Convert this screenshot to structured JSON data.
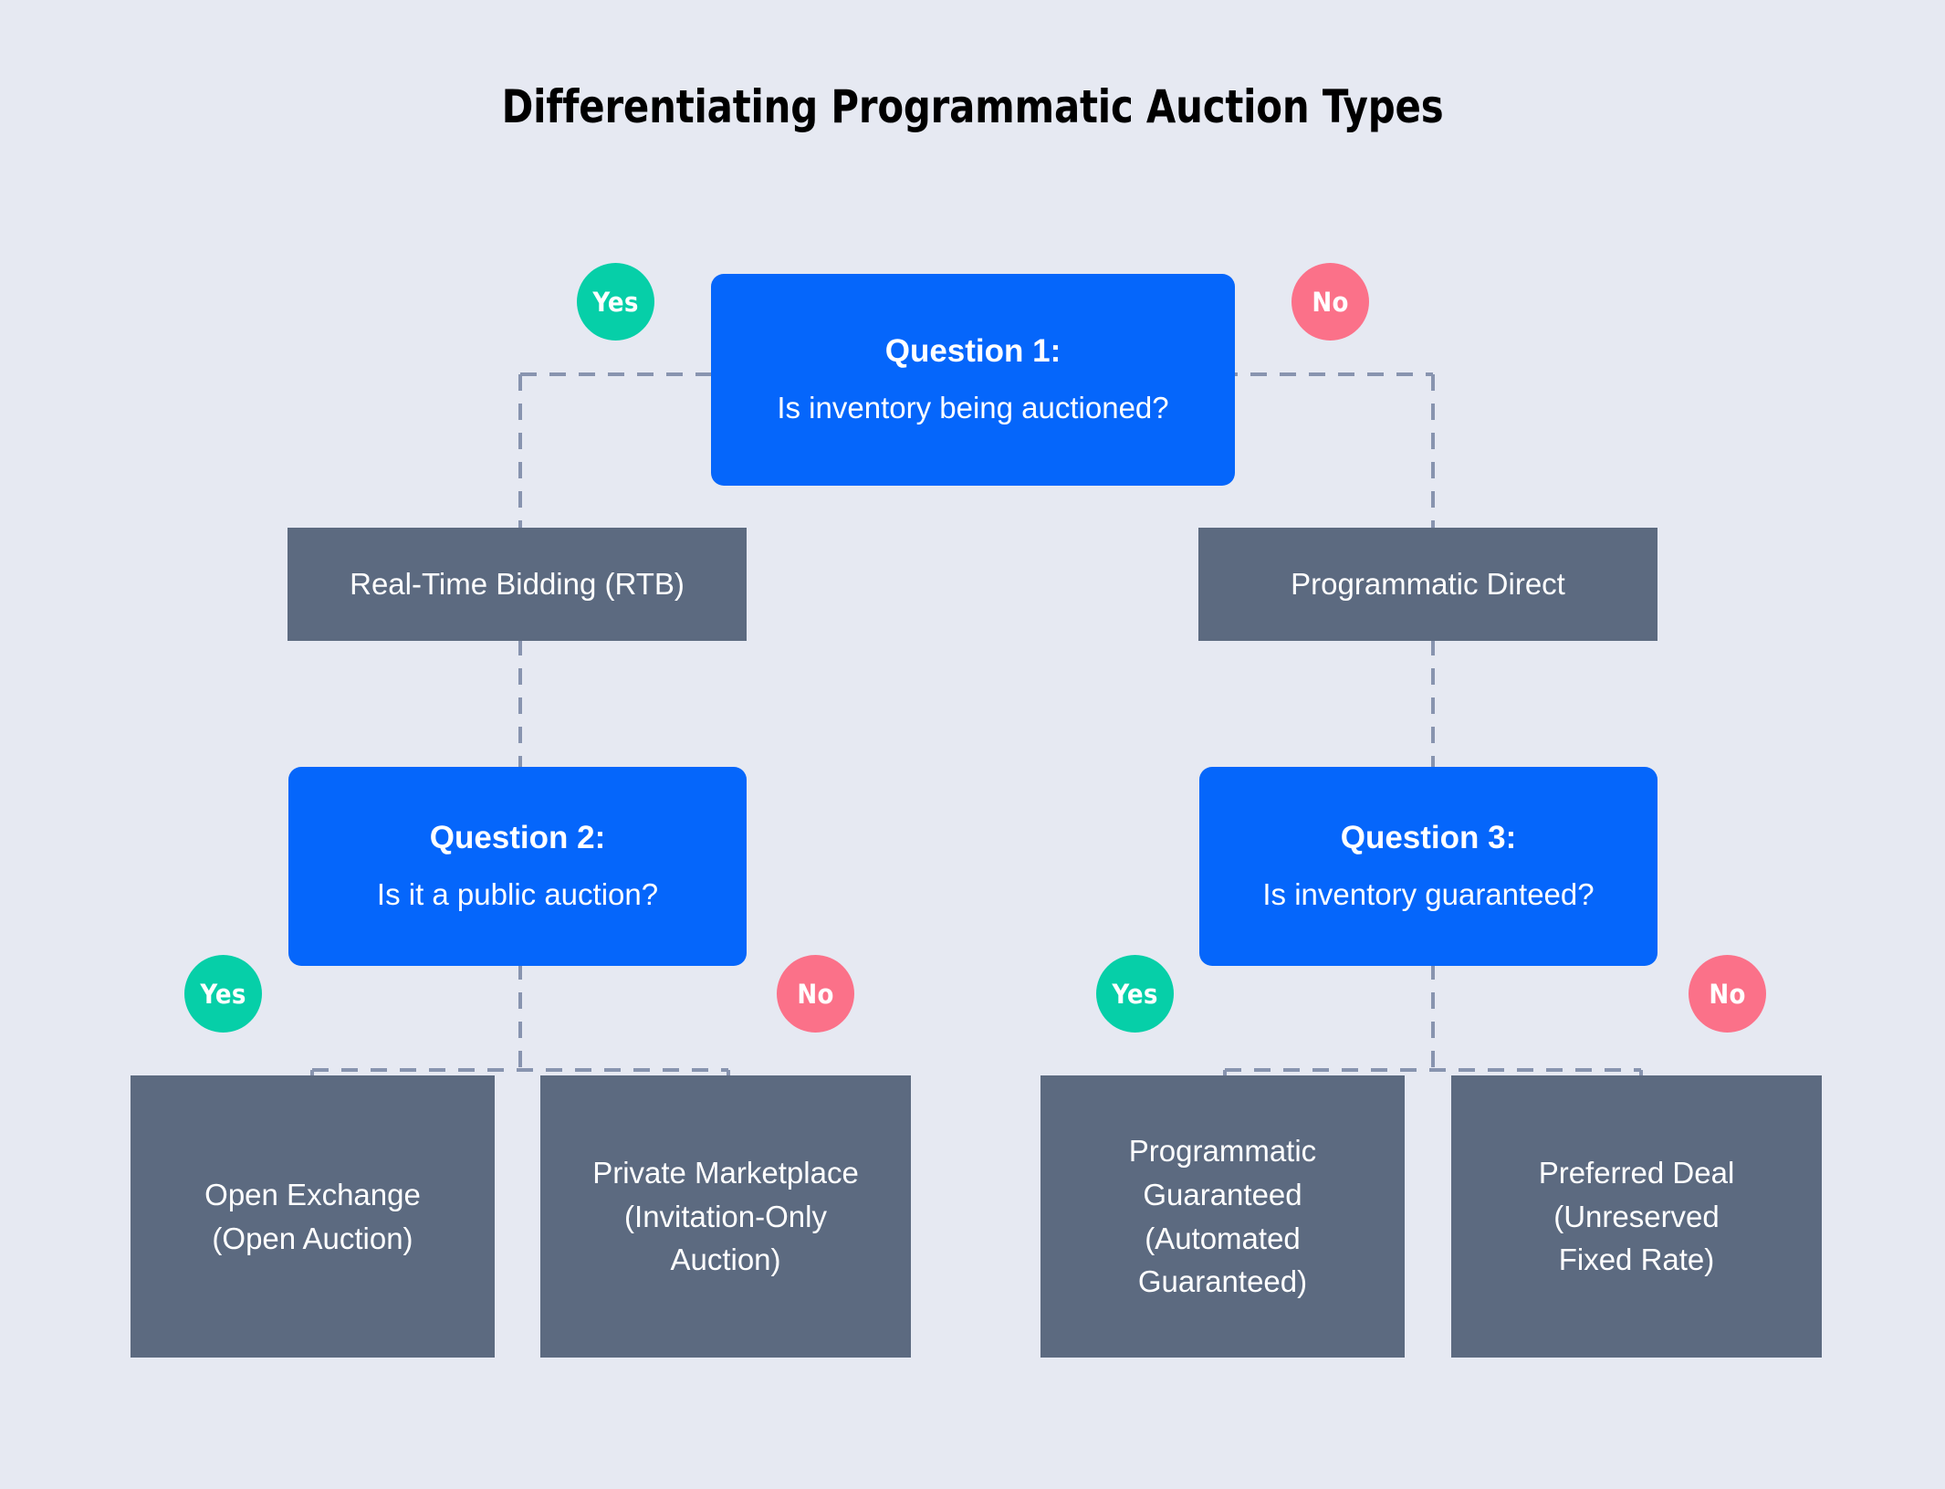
{
  "page": {
    "title": "Differentiating Programmatic Auction Types",
    "background_color": "#e6e9f2"
  },
  "colors": {
    "question_box": "#0566fb",
    "outcome_box": "#5c6a80",
    "yes_badge": "#06cfa8",
    "no_badge": "#fb7189",
    "connector": "#8894af",
    "text_on_box": "#ffffff",
    "title_text": "#000000"
  },
  "chart_data": {
    "type": "diagram",
    "diagram_kind": "decision-tree-flowchart",
    "title": "Differentiating Programmatic Auction Types",
    "nodes": [
      {
        "id": "q1",
        "kind": "question",
        "title": "Question 1:",
        "subtitle": "Is inventory being auctioned?"
      },
      {
        "id": "rtb",
        "kind": "outcome",
        "label": "Real-Time Bidding (RTB)"
      },
      {
        "id": "pd",
        "kind": "outcome",
        "label": "Programmatic Direct"
      },
      {
        "id": "q2",
        "kind": "question",
        "title": "Question 2:",
        "subtitle": "Is it a public auction?"
      },
      {
        "id": "q3",
        "kind": "question",
        "title": "Question 3:",
        "subtitle": "Is inventory guaranteed?"
      },
      {
        "id": "oe",
        "kind": "outcome",
        "label": "Open Exchange\n(Open Auction)"
      },
      {
        "id": "pmp",
        "kind": "outcome",
        "label": "Private Marketplace\n(Invitation-Only\nAuction)"
      },
      {
        "id": "pg",
        "kind": "outcome",
        "label": "Programmatic\nGuaranteed\n(Automated\nGuaranteed)"
      },
      {
        "id": "pref",
        "kind": "outcome",
        "label": "Preferred Deal\n(Unreserved\nFixed Rate)"
      }
    ],
    "edges": [
      {
        "from": "q1",
        "to": "rtb",
        "label": "Yes"
      },
      {
        "from": "q1",
        "to": "pd",
        "label": "No"
      },
      {
        "from": "rtb",
        "to": "q2",
        "label": ""
      },
      {
        "from": "pd",
        "to": "q3",
        "label": ""
      },
      {
        "from": "q2",
        "to": "oe",
        "label": "Yes"
      },
      {
        "from": "q2",
        "to": "pmp",
        "label": "No"
      },
      {
        "from": "q3",
        "to": "pg",
        "label": "Yes"
      },
      {
        "from": "q3",
        "to": "pref",
        "label": "No"
      }
    ]
  },
  "question1": {
    "title": "Question 1:",
    "subtitle": "Is inventory being auctioned?",
    "yes_badge": "Yes",
    "no_badge": "No"
  },
  "question2": {
    "title": "Question 2:",
    "subtitle": "Is it a public auction?",
    "yes_badge": "Yes",
    "no_badge": "No"
  },
  "question3": {
    "title": "Question 3:",
    "subtitle": "Is inventory guaranteed?",
    "yes_badge": "Yes",
    "no_badge": "No"
  },
  "outcomes": {
    "rtb": "Real-Time Bidding (RTB)",
    "programmatic_direct": "Programmatic Direct",
    "open_exchange": "Open Exchange\n(Open Auction)",
    "private_marketplace": "Private Marketplace\n(Invitation-Only\nAuction)",
    "programmatic_guaranteed": "Programmatic\nGuaranteed\n(Automated\nGuaranteed)",
    "preferred_deal": "Preferred Deal\n(Unreserved\nFixed Rate)"
  }
}
